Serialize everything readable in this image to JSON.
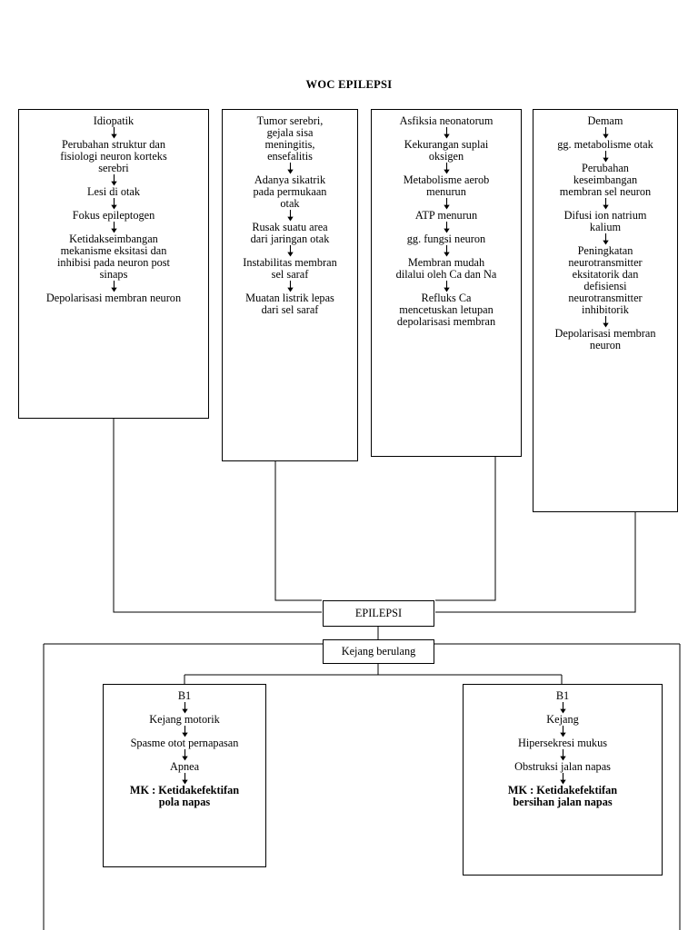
{
  "title": "WOC EPILEPSI",
  "columns": [
    {
      "id": "col-idiopatik",
      "lines": [
        "Idiopatik",
        "arrow",
        "Perubahan struktur dan",
        "fisiologi neuron korteks",
        "serebri",
        "arrow",
        "Lesi di otak",
        "arrow",
        "Fokus epileptogen",
        "arrow",
        "Ketidakseimbangan",
        "mekanisme eksitasi dan",
        "inhibisi pada neuron post",
        "sinaps",
        "arrow",
        "Depolarisasi membran neuron"
      ]
    },
    {
      "id": "col-tumor",
      "lines": [
        "Tumor serebri,",
        "gejala sisa",
        "meningitis,",
        "ensefalitis",
        "arrow",
        "Adanya sikatrik",
        "pada permukaan",
        "otak",
        "arrow",
        "Rusak suatu area",
        "dari jaringan otak",
        "arrow",
        "Instabilitas membran",
        "sel saraf",
        "arrow",
        "Muatan listrik lepas",
        "dari sel saraf"
      ]
    },
    {
      "id": "col-asfiksia",
      "lines": [
        "Asfiksia neonatorum",
        "arrow",
        "Kekurangan suplai",
        "oksigen",
        "arrow",
        "Metabolisme aerob",
        "menurun",
        "arrow",
        "ATP menurun",
        "arrow",
        "gg. fungsi neuron",
        "arrow",
        "Membran mudah",
        "dilalui oleh Ca dan Na",
        "arrow",
        "Refluks Ca",
        "mencetuskan letupan",
        "depolarisasi membran"
      ]
    },
    {
      "id": "col-demam",
      "lines": [
        "Demam",
        "arrow",
        "gg. metabolisme otak",
        "arrow",
        "Perubahan",
        "keseimbangan",
        "membran sel neuron",
        "arrow",
        "Difusi ion natrium",
        "kalium",
        "arrow",
        "Peningkatan",
        "neurotransmitter",
        "eksitatorik dan",
        "defisiensi",
        "neurotransmitter",
        "inhibitorik",
        "arrow",
        "Depolarisasi membran",
        "neuron"
      ]
    }
  ],
  "nodes": {
    "epilepsi": "EPILEPSI",
    "kejang_berulang": "Kejang berulang"
  },
  "branches": [
    {
      "id": "branch-b1-left",
      "lines": [
        "B1",
        "arrow",
        "Kejang motorik",
        "arrow",
        "Spasme otot pernapasan",
        "arrow",
        "Apnea",
        "arrow",
        "MK : Ketidakefektifan",
        "pola napas"
      ],
      "bold_from": 8
    },
    {
      "id": "branch-b1-right",
      "lines": [
        "B1",
        "arrow",
        "Kejang",
        "arrow",
        "Hipersekresi mukus",
        "arrow",
        "Obstruksi jalan napas",
        "arrow",
        "MK : Ketidakefektifan",
        "bersihan jalan napas"
      ],
      "bold_from": 8
    }
  ]
}
